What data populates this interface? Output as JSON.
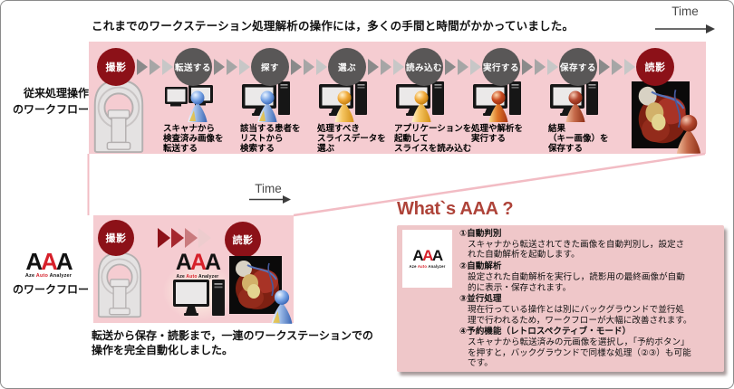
{
  "figure": {
    "intro_text": "これまでのワークステーション処理解析の操作には，多くの手間と時間がかかっていました。",
    "time_label_top": "Time",
    "time_label_mid": "Time"
  },
  "logo": {
    "letters": [
      "A",
      "A",
      "A"
    ],
    "subtitle": [
      "Aze",
      "Auto",
      "Analyzer"
    ]
  },
  "conventional": {
    "row_label_line1": "従来処理操作",
    "row_label_line2": "のワークフロー",
    "steps": [
      {
        "label": "撮影",
        "caption": []
      },
      {
        "label": "転送する",
        "caption": [
          "スキャナから",
          "検査済み画像を",
          "転送する"
        ]
      },
      {
        "label": "探す",
        "caption": [
          "該当する患者を",
          "リストから",
          "検索する"
        ]
      },
      {
        "label": "選ぶ",
        "caption": [
          "処理すべき",
          "スライスデータを",
          "選ぶ"
        ]
      },
      {
        "label": "読み込む",
        "caption": [
          "アプリケーションを",
          "起動して",
          "スライスを読み込む"
        ]
      },
      {
        "label": "実行する",
        "caption": [
          "処理や解析を",
          "実行する"
        ]
      },
      {
        "label": "保存する",
        "caption": [
          "結果",
          "（キー画像）を",
          "保存する"
        ]
      },
      {
        "label": "読影",
        "caption": []
      }
    ]
  },
  "aaa_flow": {
    "row_label": "のワークフロー",
    "step_start_label": "撮影",
    "step_end_label": "読影",
    "description_line1": "転送から保存・読影まで，一連のワークステーションでの",
    "description_line2": "操作を完全自動化しました。"
  },
  "whats_aaa": {
    "title": "What`s AAA ?",
    "items": [
      {
        "title": "①自動判別",
        "body": [
          "スキャナから転送されてきた画像を自動判別し，設定さ",
          "れた自動解析を起動します。"
        ]
      },
      {
        "title": "②自動解析",
        "body": [
          "設定された自動解析を実行し，読影用の最終画像が自動",
          "的に表示・保存されます。"
        ]
      },
      {
        "title": "③並行処理",
        "body": [
          "現在行っている操作とは別にバックグラウンドで並行処",
          "理で行われるため，ワークフローが大幅に改善されます。"
        ]
      },
      {
        "title": "④予約機能（レトロスペクティブ・モード）",
        "body": [
          "スキャナから転送済みの元画像を選択し，「予約ボタン」",
          "を押すと，バックグラウンドで同様な処理（②③）も可能",
          "です。"
        ]
      }
    ]
  },
  "colors": {
    "band_pink": "#f5ccd1",
    "panel_pink": "#efc7c9",
    "dark_red": "#8c1118",
    "circle_gray": "#595757",
    "title_red": "#ae4339",
    "logo_red": "#d6202a"
  }
}
